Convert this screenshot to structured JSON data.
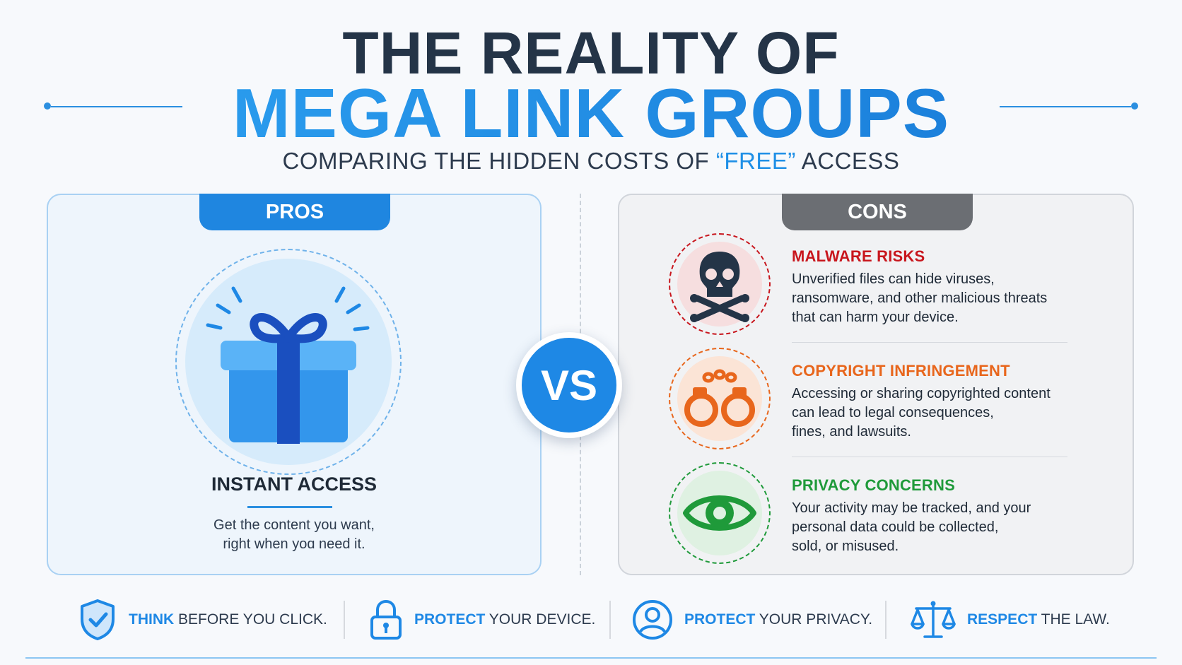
{
  "header": {
    "title_line1": "THE REALITY OF",
    "title_line2": "MEGA LINK GROUPS",
    "subtitle_pre": "COMPARING THE HIDDEN COSTS OF ",
    "subtitle_highlight": "“FREE”",
    "subtitle_post": " ACCESS"
  },
  "pros": {
    "tab_label": "PROS",
    "icon": "gift-icon",
    "title": "INSTANT ACCESS",
    "desc_line1": "Get the content you want,",
    "desc_line2": "right when yoɑ need it."
  },
  "vs_label": "VS",
  "cons": {
    "tab_label": "CONS",
    "items": [
      {
        "icon": "skull-crossbones-icon",
        "title": "MALWARE RISKS",
        "color": "#c8161d",
        "lines": [
          "Unverified files can hide viruses,",
          "ransomware, and other malicious threats",
          "that can harm your device."
        ]
      },
      {
        "icon": "handcuffs-icon",
        "title": "COPYRIGHT INFRINGEMENT",
        "color": "#e8661c",
        "lines": [
          "Accessing or sharing copyrighted content",
          "can lead to legal consequences,",
          "fines, and lawsuits."
        ]
      },
      {
        "icon": "eye-icon",
        "title": "PRIVACY CONCERNS",
        "color": "#1f9a3a",
        "lines": [
          "Your activity may be tracked, and your",
          "personal data could be collected,",
          "sold, or misused."
        ]
      }
    ]
  },
  "footer": [
    {
      "icon": "shield-check-icon",
      "strong": "THINK",
      "rest": " BEFORE YOU CLICK."
    },
    {
      "icon": "padlock-icon",
      "strong": "PROTECT",
      "rest": " YOUR DEVICE."
    },
    {
      "icon": "user-icon",
      "strong": "PROTECT",
      "rest": " YOUR PRIVACY."
    },
    {
      "icon": "scales-icon",
      "strong": "RESPECT",
      "rest": " THE LAW."
    }
  ],
  "colors": {
    "accent": "#1e88e5",
    "title_dark": "#243447",
    "cons_tab": "#6b6e73"
  }
}
